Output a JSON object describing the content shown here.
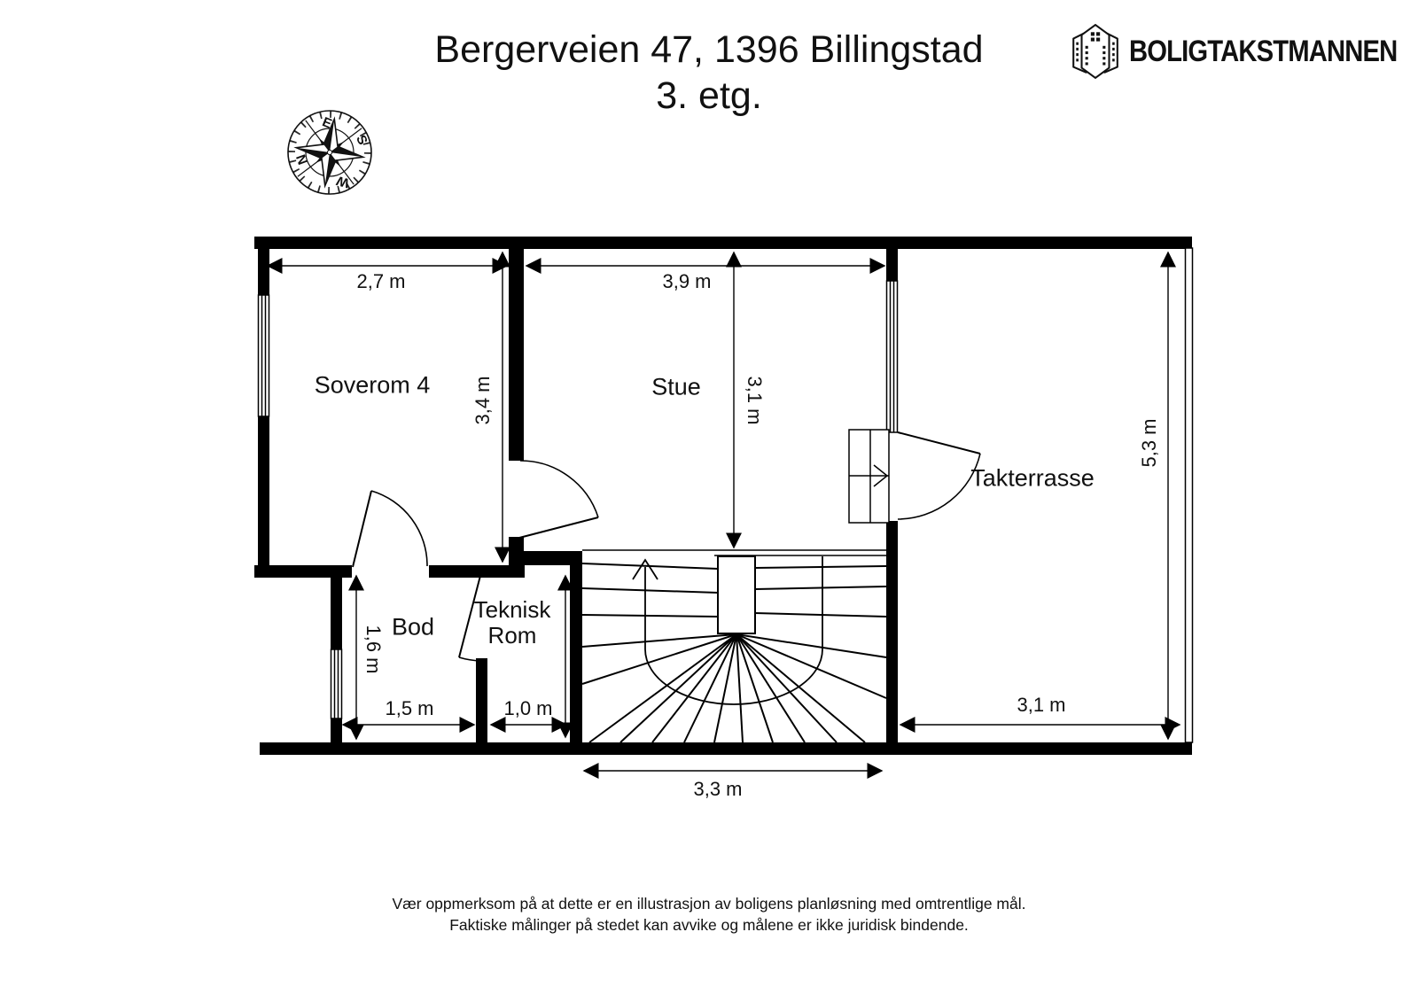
{
  "header": {
    "address": "Bergerveien 47, 1396 Billingstad",
    "floor": "3. etg."
  },
  "logo": {
    "name": "BOLIGTAKSTMANNEN"
  },
  "compass": {
    "east": "E",
    "south": "S",
    "west": "W",
    "north": "N"
  },
  "rooms": {
    "soverom4": {
      "label": "Soverom 4"
    },
    "stue": {
      "label": "Stue"
    },
    "takterrasse": {
      "label": "Takterrasse"
    },
    "bod": {
      "label": "Bod"
    },
    "teknisk_rom": {
      "label": "Teknisk Rom"
    }
  },
  "dimensions": {
    "soverom_width": "2,7 m",
    "stue_width": "3,9 m",
    "soverom_depth": "3,4 m",
    "stue_depth": "3,1 m",
    "takterrasse_depth": "5,3 m",
    "bod_depth": "1,6 m",
    "bod_width": "1,5 m",
    "teknisk_width": "1,0 m",
    "stair_width": "3,3 m",
    "takterrasse_width": "3,1 m"
  },
  "footer": {
    "line1": "Vær oppmerksom på at dette er en illustrasjon av boligens planløsning med omtrentlige mål.",
    "line2": "Faktiske målinger på stedet kan avvike og målene er ikke juridisk bindende."
  },
  "colors": {
    "ink": "#000000",
    "paper": "#ffffff"
  }
}
